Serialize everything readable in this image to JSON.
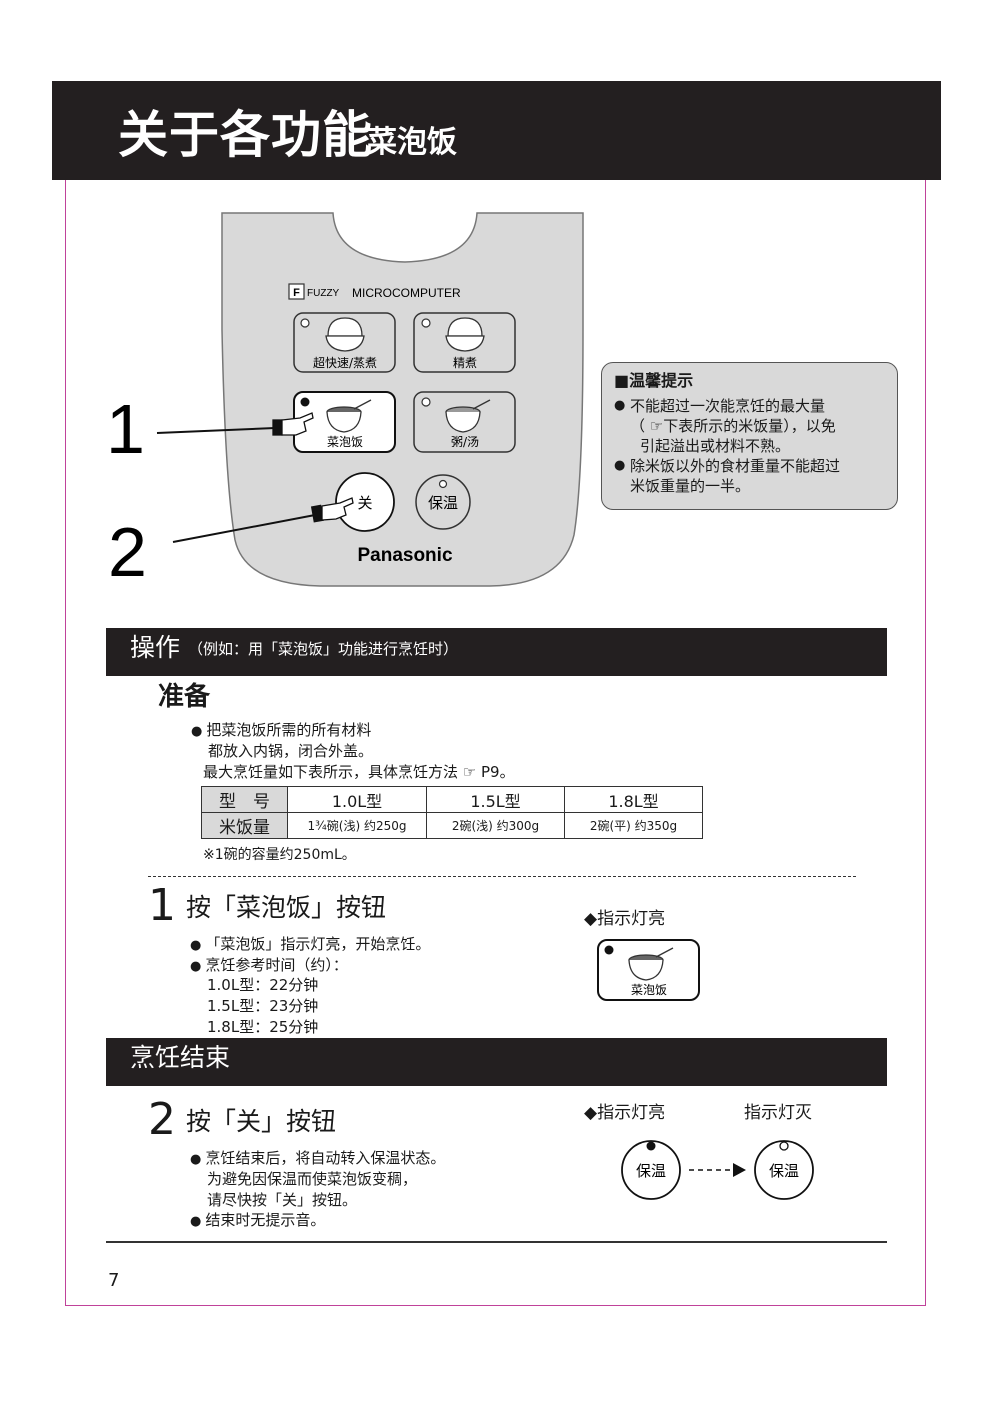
{
  "header": {
    "title": "关于各功能",
    "subtitle": "菜泡饭"
  },
  "panel": {
    "logo_f": "F",
    "fuzzy": "FUZZY",
    "microcomputer": "MICROCOMPUTER",
    "btn_quick": "超快速/蒸煮",
    "btn_fine": "精煮",
    "btn_veg": "菜泡饭",
    "btn_porridge": "粥/汤",
    "btn_off": "关",
    "btn_keepwarm": "保温",
    "brand": "Panasonic",
    "callout_1": "1",
    "callout_2": "2"
  },
  "tips": {
    "title": "■温馨提示",
    "item1_line1": "不能超过一次能烹饪的最大量",
    "item1_line2": "（ ☞下表所示的米饭量），以免",
    "item1_line3": "引起溢出或材料不熟。",
    "item2_line1": "除米饭以外的食材重量不能超过",
    "item2_line2": "米饭重量的一半。"
  },
  "operation": {
    "title": "操作",
    "note": "（例如：用「菜泡饭」功能进行烹饪时）"
  },
  "prep": {
    "title": "准备",
    "line1": "把菜泡饭所需的所有材料",
    "line2": "都放入内锅，闭合外盖。",
    "line3": "最大烹饪量如下表所示，具体烹饪方法 ☞ P9。",
    "footnote": "※1碗的容量约250mL。"
  },
  "table": {
    "row1_head": "型　号",
    "row2_head": "米饭量",
    "models": [
      "1.0L型",
      "1.5L型",
      "1.8L型"
    ],
    "amounts": [
      "1¾碗(浅) 约250g",
      "2碗(浅) 约300g",
      "2碗(平) 约350g"
    ]
  },
  "step1": {
    "num": "1",
    "title": "按「菜泡饭」按钮",
    "b1": "「菜泡饭」指示灯亮，开始烹饪。",
    "b2": "烹饪参考时间（约）：",
    "t1": "1.0L型：22分钟",
    "t2": "1.5L型：23分钟",
    "t3": "1.8L型：25分钟",
    "indicator": "◆指示灯亮",
    "indicator_btn": "菜泡饭"
  },
  "finish": {
    "title": "烹饪结束"
  },
  "step2": {
    "num": "2",
    "title": "按「关」按钮",
    "b1_line1": "烹饪结束后，将自动转入保温状态。",
    "b1_line2": "为避免因保温而使菜泡饭变稠，",
    "b1_line3": "请尽快按「关」按钮。",
    "b2": "结束时无提示音。",
    "indicator_on": "◆指示灯亮",
    "indicator_off": "指示灯灭",
    "btn_label": "保温"
  },
  "page_number": "7"
}
